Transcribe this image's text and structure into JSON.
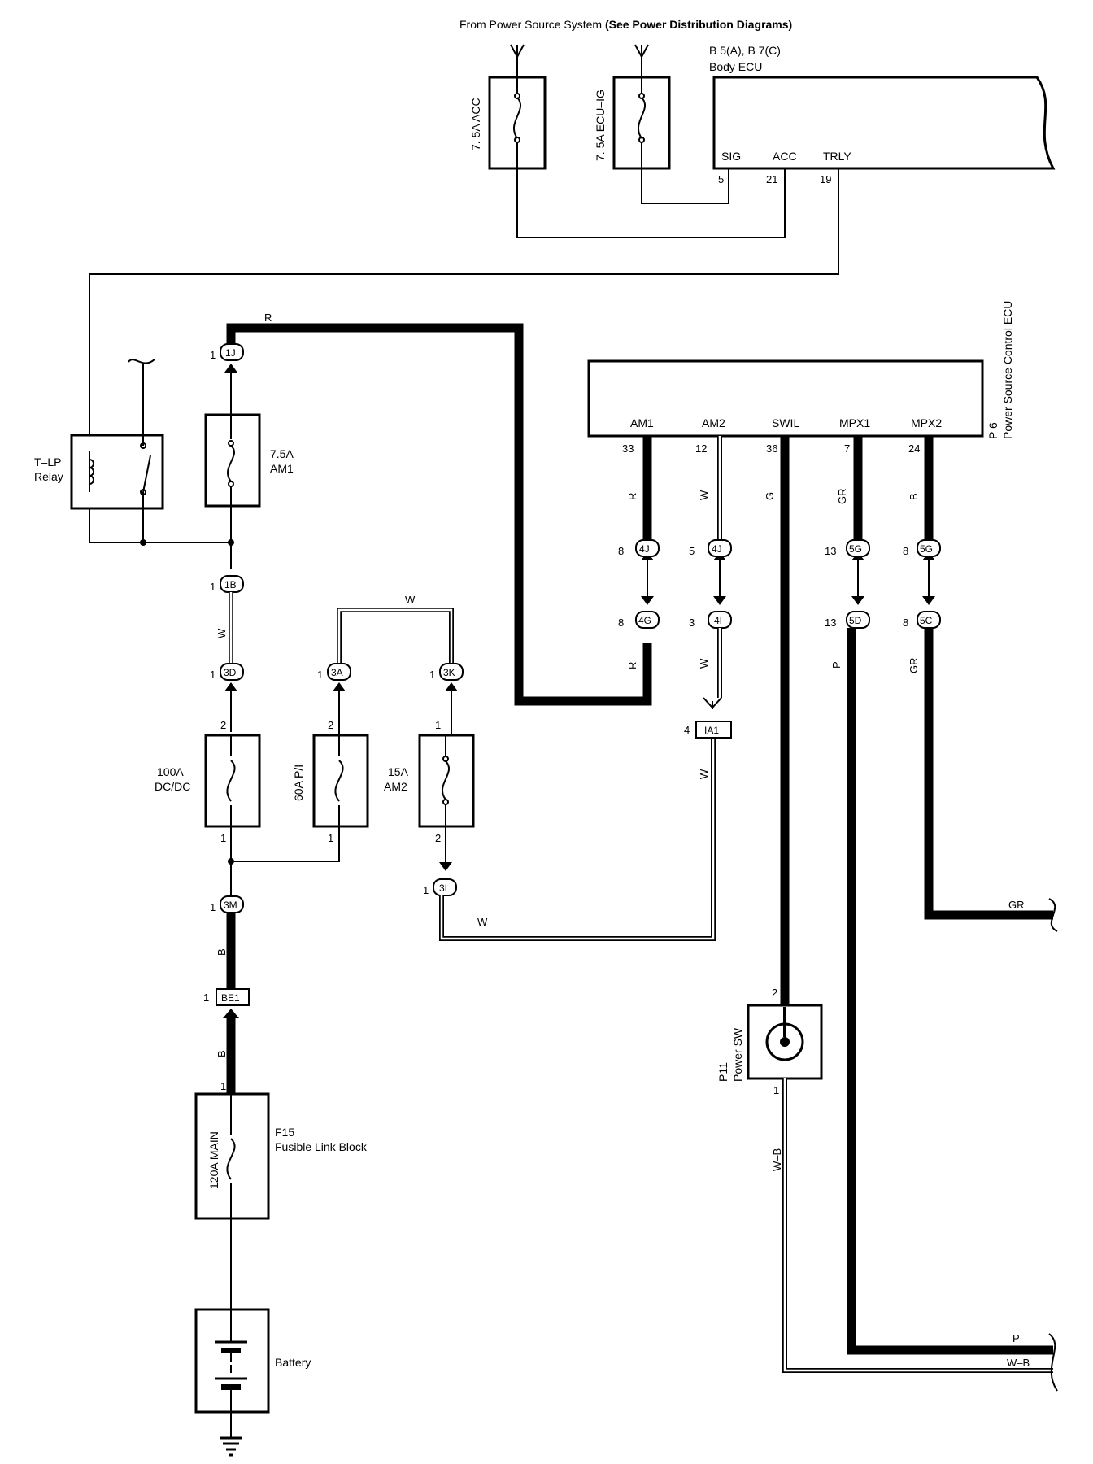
{
  "header": {
    "source_prefix": "From Power Source System ",
    "source_bold": "(See Power Distribution Diagrams)"
  },
  "body_ecu": {
    "code": "B 5(A), B 7(C)",
    "name": "Body ECU",
    "terminals": [
      {
        "name": "SIG",
        "pin": "5"
      },
      {
        "name": "ACC",
        "pin": "21"
      },
      {
        "name": "TRLY",
        "pin": "19"
      }
    ]
  },
  "top_fuses": [
    "7. 5A ACC",
    "7. 5A ECU–IG"
  ],
  "relay": {
    "line1": "T–LP",
    "line2": "Relay"
  },
  "am1_fuse": {
    "line1": "7.5A",
    "line2": "AM1"
  },
  "power_ecu": {
    "code": "P 6",
    "name": "Power Source Control ECU",
    "terminals": [
      {
        "name": "AM1",
        "pin": "33",
        "wire": "R"
      },
      {
        "name": "AM2",
        "pin": "12",
        "wire": "W"
      },
      {
        "name": "SWIL",
        "pin": "36",
        "wire": "G"
      },
      {
        "name": "MPX1",
        "pin": "7",
        "wire": "GR"
      },
      {
        "name": "MPX2",
        "pin": "24",
        "wire": "B"
      }
    ]
  },
  "connectors": {
    "c1J": {
      "id": "1J",
      "pin": "1"
    },
    "c1B": {
      "id": "1B",
      "pin": "1"
    },
    "c3D": {
      "id": "3D",
      "pin": "1"
    },
    "c3A": {
      "id": "3A",
      "pin": "1"
    },
    "c3K": {
      "id": "3K",
      "pin": "1"
    },
    "c3I": {
      "id": "3I",
      "pin": "1"
    },
    "c3M": {
      "id": "3M",
      "pin": "1"
    },
    "cBE1": {
      "id": "BE1",
      "pin": "1"
    },
    "c4J_a": {
      "id": "4J",
      "pin": "8"
    },
    "c4G": {
      "id": "4G",
      "pin": "8"
    },
    "c4J_b": {
      "id": "4J",
      "pin": "5"
    },
    "c4I": {
      "id": "4I",
      "pin": "3"
    },
    "cIA1": {
      "id": "IA1",
      "pin": "4"
    },
    "c5G_a": {
      "id": "5G",
      "pin": "13"
    },
    "c5D": {
      "id": "5D",
      "pin": "13"
    },
    "c5G_b": {
      "id": "5G",
      "pin": "8"
    },
    "c5C": {
      "id": "5C",
      "pin": "8"
    }
  },
  "fuses": {
    "dcdc": {
      "line1": "100A",
      "line2": "DC/DC",
      "pin_top": "2",
      "pin_bottom": "1"
    },
    "pi": {
      "label": "60A P/I",
      "pin_top": "2",
      "pin_bottom": "1"
    },
    "am2": {
      "line1": "15A",
      "line2": "AM2",
      "pin_top": "1",
      "pin_bottom": "2"
    }
  },
  "fusible_link": {
    "fuse": "120A MAIN",
    "code": "F15",
    "name": "Fusible Link Block",
    "pin": "1"
  },
  "battery": {
    "label": "Battery"
  },
  "power_sw": {
    "code": "P11",
    "name": "Power SW",
    "pin_top": "2",
    "pin_bottom": "1"
  },
  "wire_colors": {
    "r": "R",
    "w": "W",
    "b": "B",
    "p": "P",
    "gr": "GR",
    "wb": "W–B"
  }
}
